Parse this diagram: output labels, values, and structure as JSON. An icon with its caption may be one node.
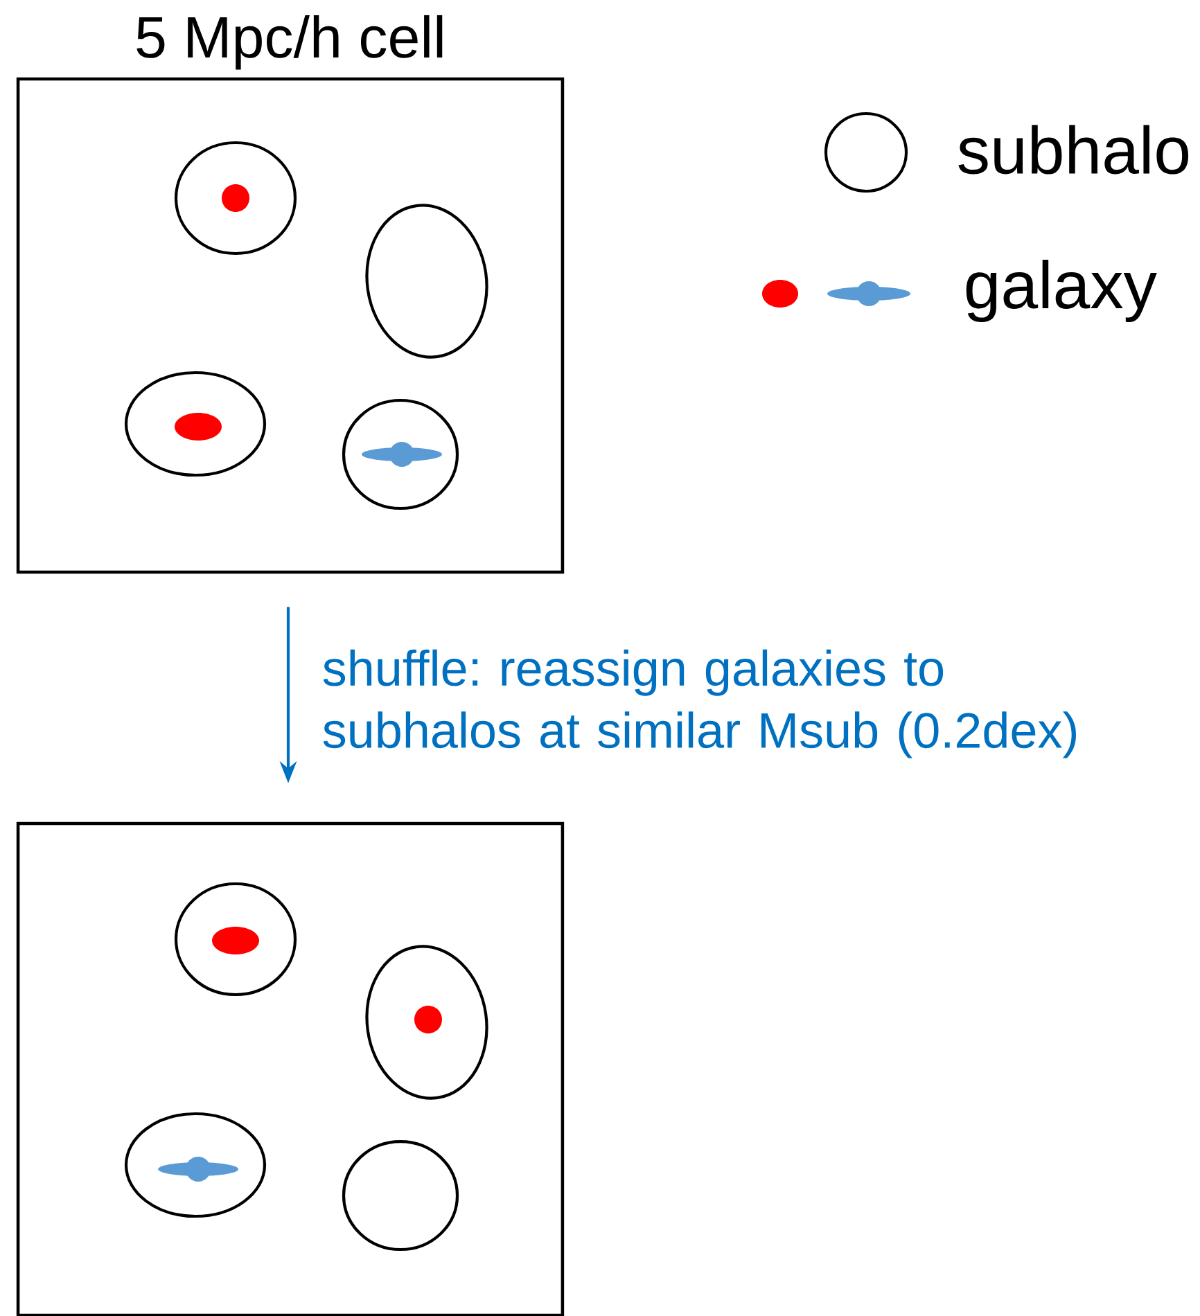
{
  "diagram": {
    "nodes": [
      {
        "text": [
          "5 Mpc/h cell"
        ]
      },
      {
        "text": [],
        "shape": "box"
      }
    ],
    "edges": [
      {
        "from": 0,
        "to": 1,
        "arrow": "to",
        "label": "shuffle: reassign galaxies to subhalos at similar Msub (0.2dex)",
        "color": "#0070c0"
      }
    ],
    "legend": [
      {
        "text": "subhalo"
      },
      {
        "text": "galaxy"
      }
    ]
  }
}
